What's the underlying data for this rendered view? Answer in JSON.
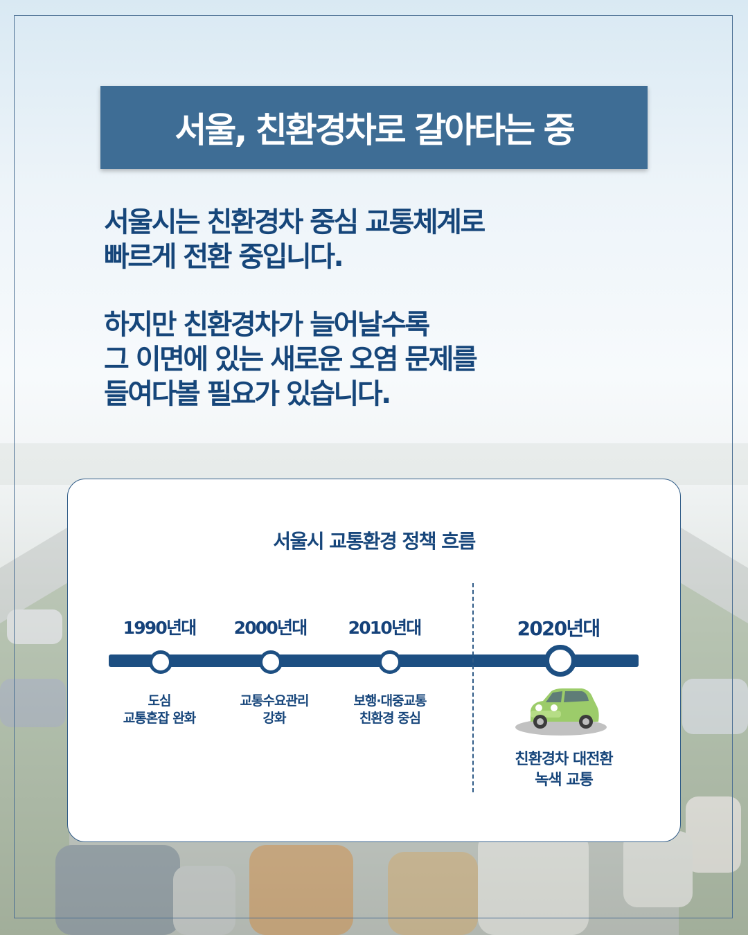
{
  "title": "서울, 친환경차로 갈아타는 중",
  "intro": {
    "lines": [
      "서울시는 친환경차 중심 교통체계로",
      "빠르게 전환 중입니다."
    ]
  },
  "concern": {
    "lines": [
      "하지만 친환경차가 늘어날수록",
      "그 이면에 있는 새로운 오염 문제를",
      "들여다볼 필요가 있습니다."
    ]
  },
  "timeline": {
    "title": "서울시 교통환경 정책 흐름",
    "items": [
      {
        "era": "1990년대",
        "desc": [
          "도심",
          "교통혼잡 완화"
        ]
      },
      {
        "era": "2000년대",
        "desc": [
          "교통수요관리",
          "강화"
        ]
      },
      {
        "era": "2010년대",
        "desc": [
          "보행·대중교통",
          "친환경 중심"
        ]
      },
      {
        "era": "2020년대",
        "desc": [
          "친환경차 대전환",
          "녹색 교통"
        ]
      }
    ]
  },
  "colors": {
    "title_bg": "#3e6d95",
    "text_navy": "#16467a",
    "timeline": "#1d4f82",
    "car": "#9ccc6a"
  },
  "icons": {
    "car": "green-electric-car-icon"
  }
}
